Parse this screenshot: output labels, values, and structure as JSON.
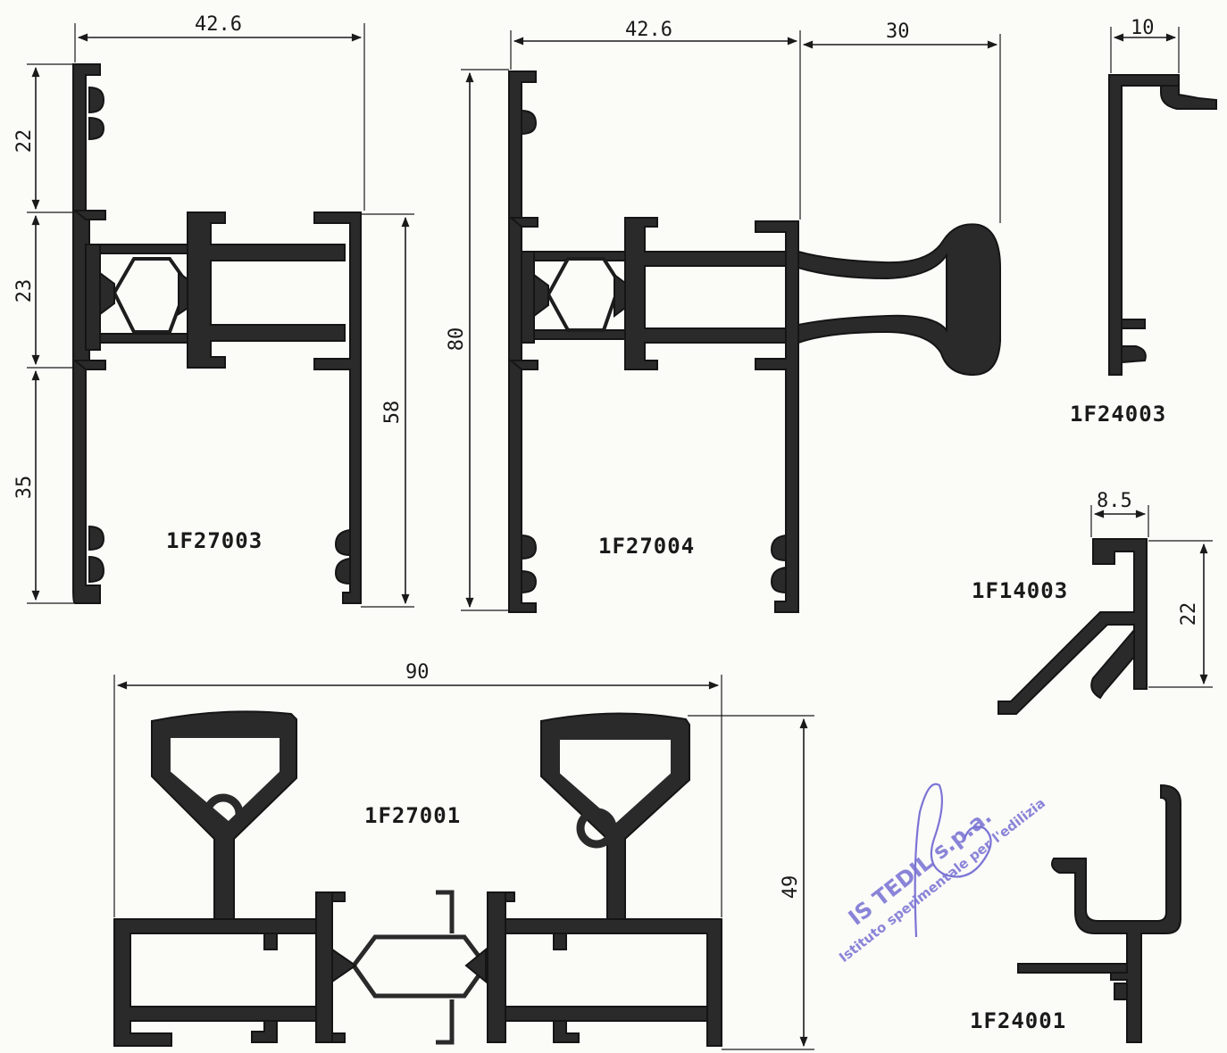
{
  "profiles": {
    "p27003": {
      "code": "1F27003",
      "dims": {
        "width": "42.6",
        "h_top": "22",
        "h_mid": "23",
        "h_bottom": "35",
        "h_right": "58"
      }
    },
    "p27004": {
      "code": "1F27004",
      "dims": {
        "width": "42.6",
        "handle": "30",
        "height": "80"
      }
    },
    "p24003": {
      "code": "1F24003",
      "dims": {
        "width": "10"
      }
    },
    "p14003": {
      "code": "1F14003",
      "dims": {
        "width": "8.5",
        "height": "22"
      }
    },
    "p27001": {
      "code": "1F27001",
      "dims": {
        "width": "90",
        "height": "49"
      }
    },
    "p24001": {
      "code": "1F24001"
    }
  },
  "stamp": {
    "line1": "IS TEDIL s.p.a.",
    "line2": "Istituto sperimentale per l'edilizia"
  },
  "colors": {
    "ink": "#1a1a1a",
    "paper": "#fbfbf8",
    "stamp": "#8a84d8"
  }
}
